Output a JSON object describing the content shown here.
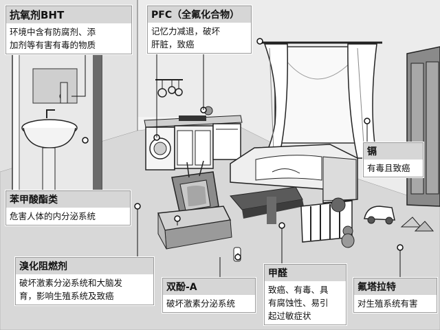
{
  "callouts": {
    "bht": {
      "title": "抗氧剂BHT",
      "lines": [
        "环境中含有防腐剂、添",
        "加剂等有害有毒的物质"
      ]
    },
    "pfc": {
      "title": "PFC（全氟化合物）",
      "lines": [
        "记忆力减退，破坏",
        "肝脏，致癌"
      ]
    },
    "ge": {
      "title": "镉",
      "lines": [
        "有毒且致癌"
      ]
    },
    "benjiasuan": {
      "title": "苯甲酸酯类",
      "lines": [
        "危害人体的内分泌系统"
      ]
    },
    "xiuhua": {
      "title": "溴化阻燃剂",
      "lines": [
        "破坏激素分泌系统和大脑发",
        "育，影响生殖系统及致癌"
      ]
    },
    "bpa": {
      "title": "双酚-A",
      "lines": [
        "破坏激素分泌系统"
      ]
    },
    "jiaquan": {
      "title": "甲醛",
      "lines": [
        "致癌、有毒、具",
        "有腐蚀性、易引",
        "起过敏症状"
      ]
    },
    "danzuo": {
      "title": "氟塔拉特",
      "lines": [
        "对生殖系统有害"
      ]
    }
  },
  "colors": {
    "title_bar": "#d6d6d6",
    "outline": "#111111",
    "fill_light": "#e6e6e6",
    "fill_mid": "#bdbdbd",
    "fill_dark": "#7a7a7a"
  }
}
